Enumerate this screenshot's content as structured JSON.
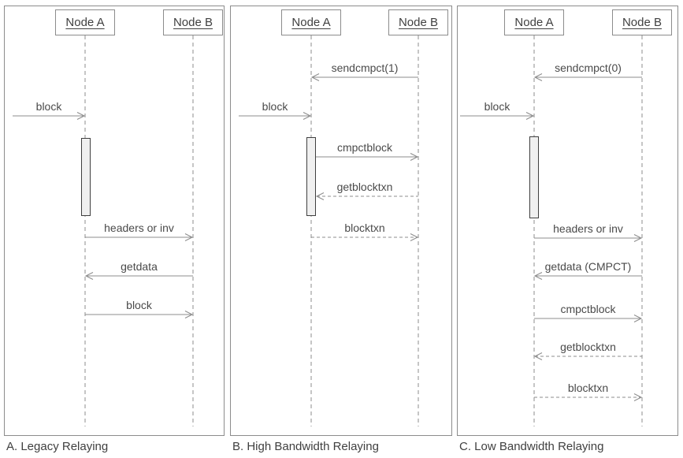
{
  "panels": [
    {
      "caption": "A. Legacy Relaying",
      "nodes": [
        "Node A",
        "Node B"
      ],
      "external_message": {
        "label": "block",
        "to": "Node A"
      },
      "messages": [
        {
          "label": "headers or inv",
          "from": "Node A",
          "to": "Node B",
          "line": "solid"
        },
        {
          "label": "getdata",
          "from": "Node B",
          "to": "Node A",
          "line": "solid"
        },
        {
          "label": "block",
          "from": "Node A",
          "to": "Node B",
          "line": "solid"
        }
      ]
    },
    {
      "caption": "B. High Bandwidth Relaying",
      "nodes": [
        "Node A",
        "Node B"
      ],
      "external_message": {
        "label": "block",
        "to": "Node A"
      },
      "messages": [
        {
          "label": "sendcmpct(1)",
          "from": "Node B",
          "to": "Node A",
          "line": "solid"
        },
        {
          "label": "cmpctblock",
          "from": "Node A",
          "to": "Node B",
          "line": "solid"
        },
        {
          "label": "getblocktxn",
          "from": "Node B",
          "to": "Node A",
          "line": "dashed"
        },
        {
          "label": "blocktxn",
          "from": "Node A",
          "to": "Node B",
          "line": "dashed"
        }
      ]
    },
    {
      "caption": "C. Low Bandwidth Relaying",
      "nodes": [
        "Node A",
        "Node B"
      ],
      "external_message": {
        "label": "block",
        "to": "Node A"
      },
      "messages": [
        {
          "label": "sendcmpct(0)",
          "from": "Node B",
          "to": "Node A",
          "line": "solid"
        },
        {
          "label": "headers or inv",
          "from": "Node A",
          "to": "Node B",
          "line": "solid"
        },
        {
          "label": "getdata (CMPCT)",
          "from": "Node B",
          "to": "Node A",
          "line": "solid"
        },
        {
          "label": "cmpctblock",
          "from": "Node A",
          "to": "Node B",
          "line": "solid"
        },
        {
          "label": "getblocktxn",
          "from": "Node B",
          "to": "Node A",
          "line": "dashed"
        },
        {
          "label": "blocktxn",
          "from": "Node A",
          "to": "Node B",
          "line": "dashed"
        }
      ]
    }
  ],
  "colors": {
    "line": "#8c8c8c",
    "label_text": "#4a4a4a",
    "node_text": "#404040",
    "panel_border": "#8c8c8c",
    "activation_fill": "#f0f0f0",
    "activation_border": "#3f3f3f",
    "background": "#ffffff"
  }
}
